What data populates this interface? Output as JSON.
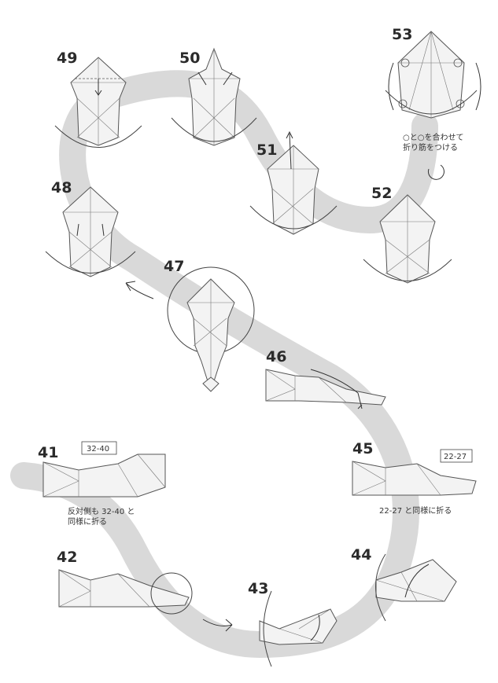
{
  "steps": [
    {
      "id": "49",
      "label": "49"
    },
    {
      "id": "50",
      "label": "50"
    },
    {
      "id": "51",
      "label": "51"
    },
    {
      "id": "52",
      "label": "52"
    },
    {
      "id": "53",
      "label": "53"
    },
    {
      "id": "48",
      "label": "48"
    },
    {
      "id": "47",
      "label": "47"
    },
    {
      "id": "46",
      "label": "46"
    },
    {
      "id": "45",
      "label": "45"
    },
    {
      "id": "44",
      "label": "44"
    },
    {
      "id": "43",
      "label": "43"
    },
    {
      "id": "42",
      "label": "42"
    },
    {
      "id": "41",
      "label": "41"
    }
  ],
  "notes": {
    "step53_line1": "○と○を合わせて",
    "step53_line2": "折り筋をつける",
    "step41_line1": "反対側も 32-40 と",
    "step41_line2": "同様に折る",
    "step45_line1": "22-27 と同様に折る"
  },
  "refs": {
    "step41_box": "32-40",
    "step45_box": "22-27"
  },
  "colors": {
    "path_band": "#d9d9d9",
    "paper": "#f3f3f3",
    "ink": "#333333"
  }
}
